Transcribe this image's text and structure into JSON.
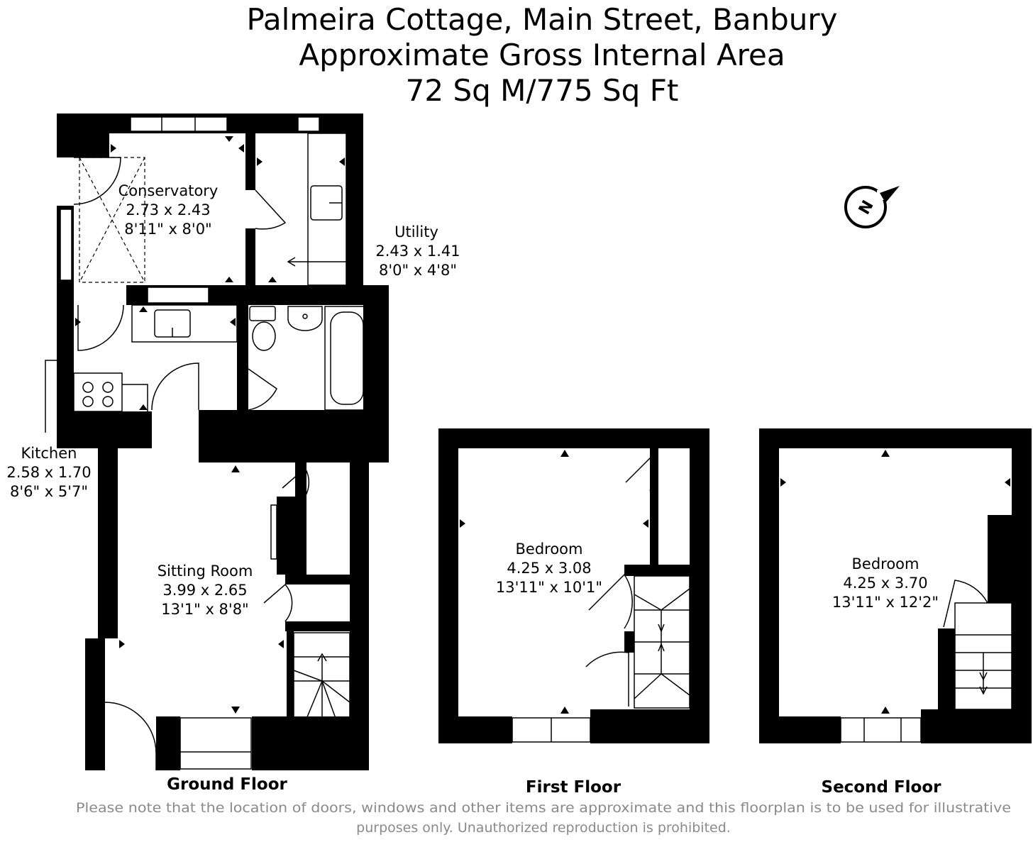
{
  "title": {
    "line1": "Palmeira Cottage, Main Street, Banbury",
    "line2": "Approximate Gross Internal Area",
    "line3": "72 Sq M/775 Sq Ft"
  },
  "rooms": {
    "conservatory": {
      "name": "Conservatory",
      "metric": "2.73 x 2.43",
      "imperial": "8'11\" x 8'0\""
    },
    "utility": {
      "name": "Utility",
      "metric": "2.43 x 1.41",
      "imperial": "8'0\" x 4'8\""
    },
    "kitchen": {
      "name": "Kitchen",
      "metric": "2.58 x 1.70",
      "imperial": "8'6\" x 5'7\""
    },
    "sitting_room": {
      "name": "Sitting Room",
      "metric": "3.99 x 2.65",
      "imperial": "13'1\" x 8'8\""
    },
    "bedroom_first": {
      "name": "Bedroom",
      "metric": "4.25 x 3.08",
      "imperial": "13'11\" x 10'1\""
    },
    "bedroom_second": {
      "name": "Bedroom",
      "metric": "4.25 x 3.70",
      "imperial": "13'11\" x 12'2\""
    }
  },
  "floors": {
    "ground": "Ground Floor",
    "first": "First Floor",
    "second": "Second Floor"
  },
  "compass": {
    "icon": "north-compass-icon",
    "letter": "N"
  },
  "disclaimer": {
    "line1": "Please note that the location of doors, windows and other items are approximate and this floorplan is to be used for illustrative",
    "line2": "purposes only. Unauthorized reproduction is prohibited."
  }
}
